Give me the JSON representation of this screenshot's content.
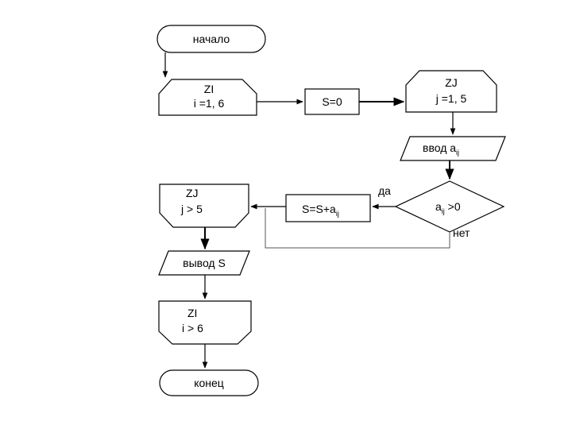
{
  "nodes": {
    "start": {
      "label": "начало"
    },
    "loop_i": {
      "line1": "ZI",
      "line2": "i =1, 6"
    },
    "init_s": {
      "label": "S=0"
    },
    "loop_j": {
      "line1": "ZJ",
      "line2": "j =1, 5"
    },
    "input": {
      "label": "ввод a",
      "sub": "ij"
    },
    "condition": {
      "label": "a",
      "sub": "ij",
      "suffix": " >0"
    },
    "accumulate": {
      "label": "S=S+a",
      "sub": "ij"
    },
    "loop_j_end": {
      "line1": "ZJ",
      "line2": "j >  5"
    },
    "output": {
      "label": "вывод S"
    },
    "loop_i_end": {
      "line1": "ZI",
      "line2": "i > 6"
    },
    "end": {
      "label": "конец"
    }
  },
  "edges": {
    "yes_label": "да",
    "no_label": "нет"
  }
}
